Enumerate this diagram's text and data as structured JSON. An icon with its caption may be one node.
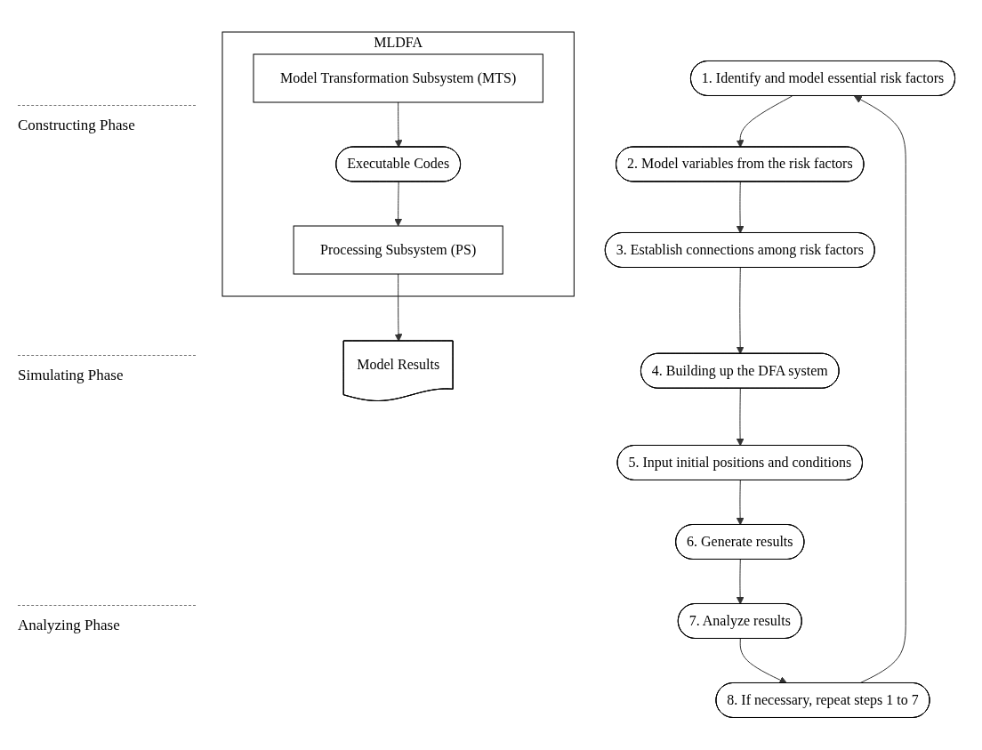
{
  "diagram": {
    "nodes": [
      {
        "text": [
          "MLDFA"
        ]
      },
      {
        "text": [
          "Model Transformation Subsystem (MTS)"
        ],
        "in": 0
      },
      {
        "text": [
          "Executable Codes"
        ],
        "in": 0
      },
      {
        "text": [
          "Processing Subsystem (PS)"
        ],
        "in": 0
      },
      {
        "text": [
          "Model Results"
        ]
      },
      {
        "text": [
          "1. Identify and model essential risk factors"
        ]
      },
      {
        "text": [
          "2. Model variables from the risk factors"
        ]
      },
      {
        "text": [
          "3. Establish connections among risk factors"
        ]
      },
      {
        "text": [
          "4. Building up the DFA system"
        ]
      },
      {
        "text": [
          "5. Input initial positions and conditions"
        ]
      },
      {
        "text": [
          "6. Generate results"
        ]
      },
      {
        "text": [
          "7. Analyze results"
        ]
      },
      {
        "text": [
          "8. If necessary, repeat steps 1 to 7"
        ]
      }
    ],
    "edges": [
      {
        "from": 1,
        "to": 2,
        "arrow": "to"
      },
      {
        "from": 2,
        "to": 3,
        "arrow": "to"
      },
      {
        "from": 3,
        "to": 4,
        "arrow": "to"
      },
      {
        "from": 5,
        "to": 6,
        "arrow": "to"
      },
      {
        "from": 6,
        "to": 7,
        "arrow": "to"
      },
      {
        "from": 7,
        "to": 8,
        "arrow": "to"
      },
      {
        "from": 8,
        "to": 9,
        "arrow": "to"
      },
      {
        "from": 9,
        "to": 10,
        "arrow": "to"
      },
      {
        "from": 10,
        "to": 11,
        "arrow": "to"
      },
      {
        "from": 11,
        "to": 12,
        "arrow": "to"
      },
      {
        "from": 12,
        "to": 5,
        "arrow": "to"
      }
    ],
    "labels": [
      "Constructing Phase",
      "Simulating Phase",
      "Analyzing Phase"
    ]
  }
}
